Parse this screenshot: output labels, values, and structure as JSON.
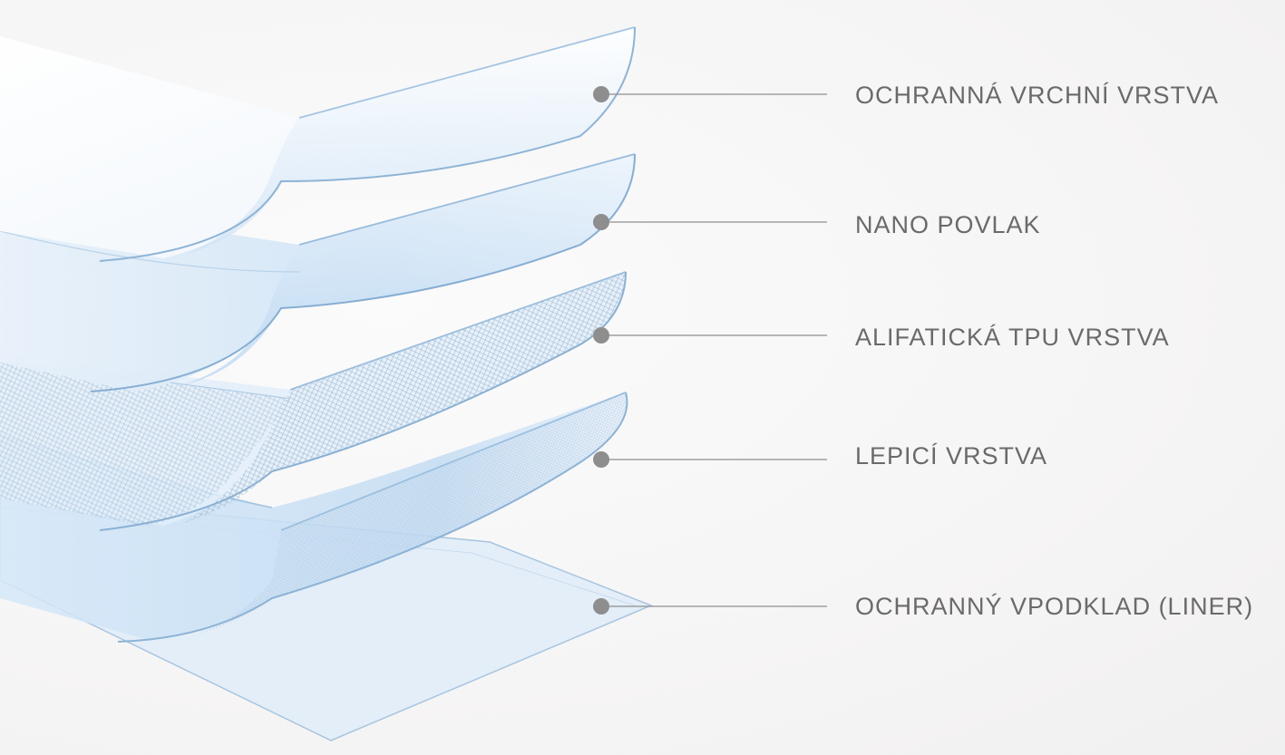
{
  "diagram": {
    "layers": [
      {
        "id": "top",
        "label": "OCHRANNÁ VRCHNÍ VRSTVA"
      },
      {
        "id": "nano",
        "label": "NANO POVLAK"
      },
      {
        "id": "tpu",
        "label": "ALIFATICKÁ TPU VRSTVA"
      },
      {
        "id": "adhesive",
        "label": "LEPICÍ VRSTVA"
      },
      {
        "id": "liner",
        "label": "OCHRANNÝ VPODKLAD (LINER)"
      }
    ],
    "colors": {
      "leader_line": "#8f8f8f",
      "dot": "#8e8e8e",
      "label_text": "#6a6a6a",
      "film_edge": "#8fb6d8",
      "film_fill": "#dcebf8",
      "background": "#f7f6f6"
    }
  }
}
